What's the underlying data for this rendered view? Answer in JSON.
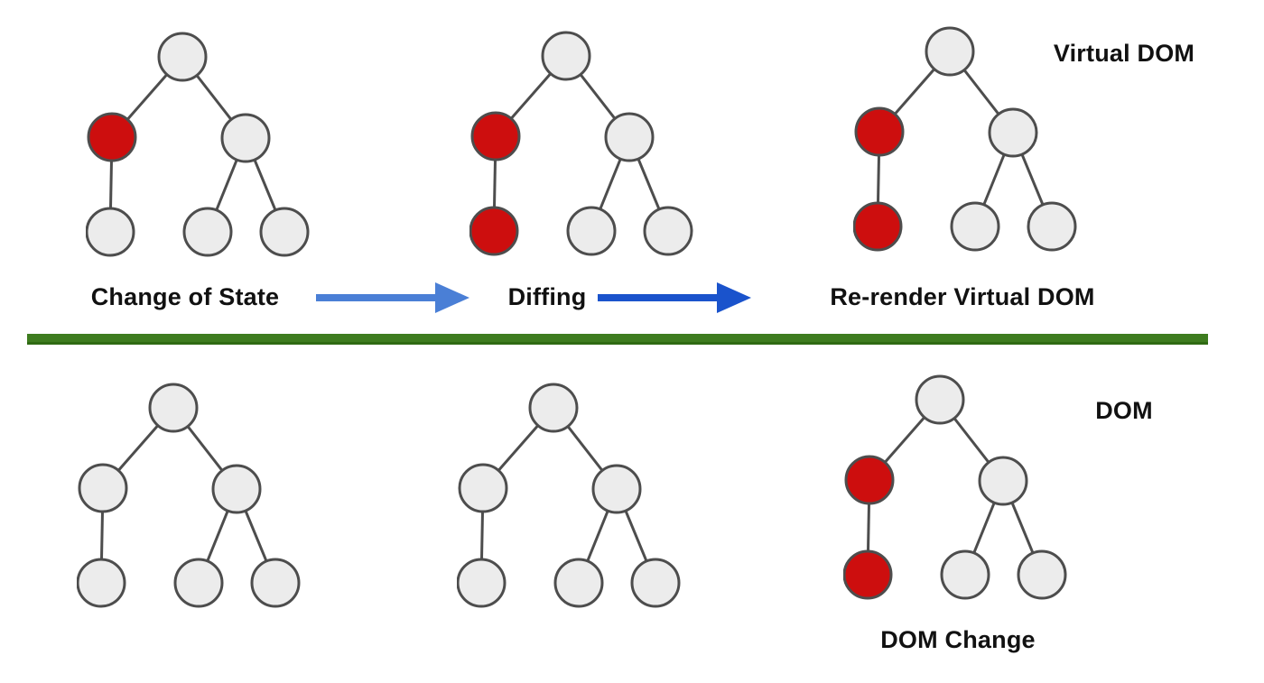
{
  "colors": {
    "node_gray": "#ececec",
    "node_red": "#cd0e0e",
    "node_stroke": "#4d4d4d",
    "edge": "#4d4d4d",
    "divider_green": "#3e7c1f",
    "arrow_light_blue": "#4a7fd6",
    "arrow_dark_blue": "#1a53cc",
    "label_text": "#111111"
  },
  "virtual_dom_row": {
    "section_label": "Virtual DOM",
    "steps": [
      {
        "label": "Change of State",
        "tree": [
          "gray",
          "red",
          "gray",
          "gray",
          "gray",
          "gray"
        ]
      },
      {
        "label": "Diffing",
        "tree": [
          "gray",
          "red",
          "gray",
          "red",
          "gray",
          "gray"
        ]
      },
      {
        "label": "Re-render Virtual DOM",
        "tree": [
          "gray",
          "red",
          "gray",
          "red",
          "gray",
          "gray"
        ]
      }
    ],
    "arrows": [
      {
        "name": "arrow-change-to-diffing",
        "color": "#4a7fd6"
      },
      {
        "name": "arrow-diffing-to-rerender",
        "color": "#1a53cc"
      }
    ]
  },
  "dom_row": {
    "section_label": "DOM",
    "trees": [
      {
        "label": "",
        "tree": [
          "gray",
          "gray",
          "gray",
          "gray",
          "gray",
          "gray"
        ]
      },
      {
        "label": "",
        "tree": [
          "gray",
          "gray",
          "gray",
          "gray",
          "gray",
          "gray"
        ]
      },
      {
        "label": "DOM Change",
        "tree": [
          "gray",
          "red",
          "gray",
          "red",
          "gray",
          "gray"
        ]
      }
    ]
  }
}
